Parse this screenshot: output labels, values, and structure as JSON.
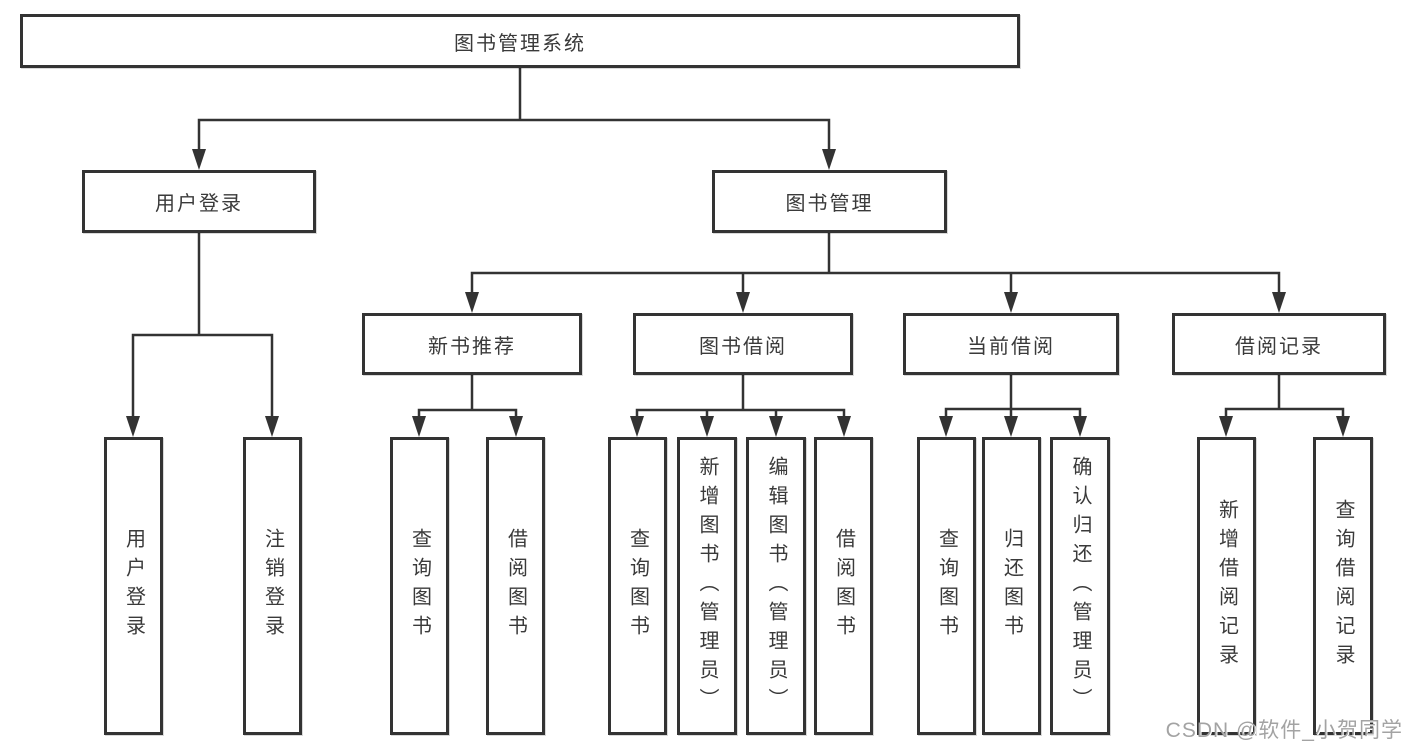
{
  "diagram": {
    "type": "tree",
    "root": {
      "label": "图书管理系统"
    },
    "branches": [
      {
        "label": "用户登录",
        "children": [
          "用户登录",
          "注销登录"
        ]
      },
      {
        "label": "图书管理",
        "groups": [
          {
            "label": "新书推荐",
            "children": [
              "查询图书",
              "借阅图书"
            ]
          },
          {
            "label": "图书借阅",
            "children": [
              "查询图书",
              "新增图书（管理员）",
              "编辑图书（管理员）",
              "借阅图书"
            ]
          },
          {
            "label": "当前借阅",
            "children": [
              "查询图书",
              "归还图书",
              "确认归还（管理员）"
            ]
          },
          {
            "label": "借阅记录",
            "children": [
              "新增借阅记录",
              "查询借阅记录"
            ]
          }
        ]
      }
    ]
  },
  "watermark": {
    "text": "CSDN @软件_小贺同学"
  },
  "colors": {
    "line": "#333333",
    "box_border": "#333333",
    "text": "#3a3a3a",
    "background": "#ffffff",
    "watermark": "#a3a3a3"
  }
}
